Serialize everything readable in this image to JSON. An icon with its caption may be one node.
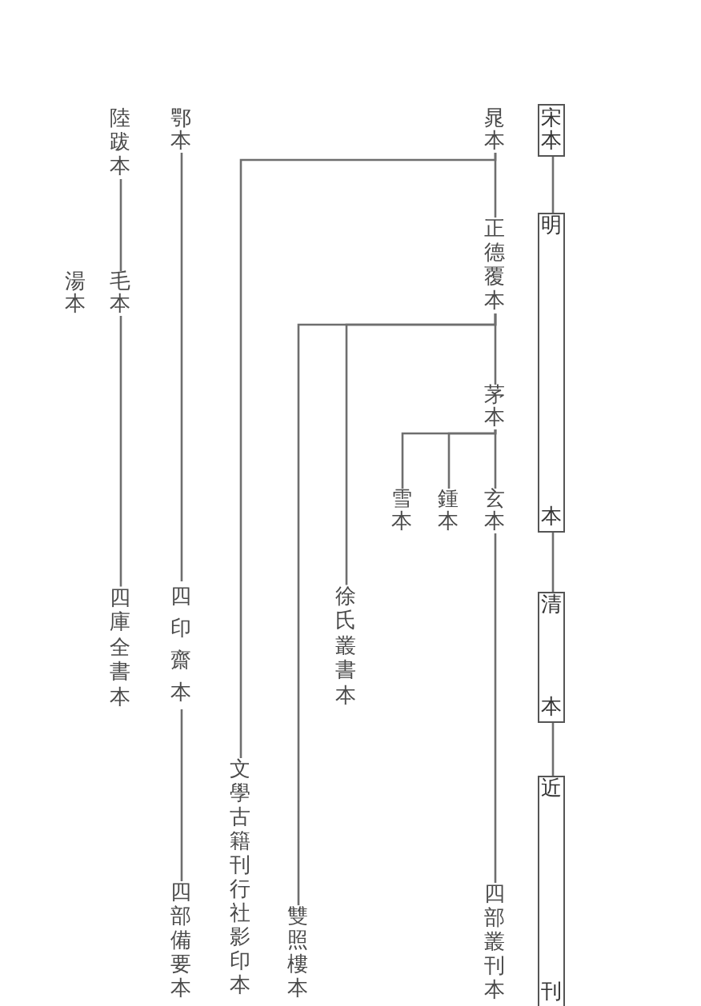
{
  "diagram": {
    "nodes": [
      {
        "text": [
          "宋本"
        ]
      },
      {
        "text": [
          "明本"
        ]
      },
      {
        "text": [
          "清本"
        ]
      },
      {
        "text": [
          "近刊"
        ]
      },
      {
        "text": [
          "晁本"
        ]
      },
      {
        "text": [
          "正德覆本"
        ]
      },
      {
        "text": [
          "茅本"
        ]
      },
      {
        "text": [
          "玄本"
        ]
      },
      {
        "text": [
          "鍾本"
        ]
      },
      {
        "text": [
          "雪本"
        ]
      },
      {
        "text": [
          "四部叢刊本"
        ]
      },
      {
        "text": [
          "徐氏叢書本"
        ]
      },
      {
        "text": [
          "雙照樓本"
        ]
      },
      {
        "text": [
          "文學古籍刊行社影印本"
        ]
      },
      {
        "text": [
          "鄂本"
        ]
      },
      {
        "text": [
          "四印齋本"
        ]
      },
      {
        "text": [
          "四部備要本"
        ]
      },
      {
        "text": [
          "陸跋本"
        ]
      },
      {
        "text": [
          "毛本"
        ]
      },
      {
        "text": [
          "四庫全書本"
        ]
      },
      {
        "text": [
          "湯本"
        ]
      }
    ],
    "edges": [
      {
        "from": 0,
        "to": 1,
        "arrow": "none"
      },
      {
        "from": 1,
        "to": 2,
        "arrow": "none"
      },
      {
        "from": 2,
        "to": 3,
        "arrow": "none"
      },
      {
        "from": 4,
        "to": 5,
        "arrow": "none"
      },
      {
        "from": 4,
        "to": 13,
        "arrow": "none"
      },
      {
        "from": 5,
        "to": 6,
        "arrow": "none"
      },
      {
        "from": 5,
        "to": 11,
        "arrow": "none"
      },
      {
        "from": 5,
        "to": 12,
        "arrow": "none"
      },
      {
        "from": 6,
        "to": 7,
        "arrow": "none"
      },
      {
        "from": 6,
        "to": 8,
        "arrow": "none"
      },
      {
        "from": 6,
        "to": 9,
        "arrow": "none"
      },
      {
        "from": 7,
        "to": 10,
        "arrow": "none"
      },
      {
        "from": 14,
        "to": 15,
        "arrow": "none"
      },
      {
        "from": 15,
        "to": 16,
        "arrow": "none"
      },
      {
        "from": 17,
        "to": 18,
        "arrow": "none"
      },
      {
        "from": 18,
        "to": 19,
        "arrow": "none"
      }
    ]
  }
}
